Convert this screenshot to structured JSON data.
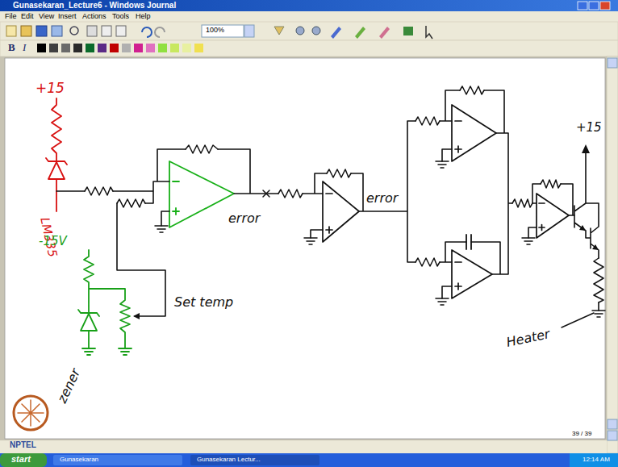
{
  "diagram": {
    "labels": [
      "Gunasekaran_Lecture6 - Windows Journal",
      "File",
      "Edit",
      "View",
      "Insert",
      "Actions",
      "Tools",
      "Help",
      "100%",
      "B",
      "I",
      "+15",
      "LM335",
      "-15V",
      "zener",
      "Set temp",
      "error",
      "error",
      "+15",
      "Heater",
      "39 / 39",
      "NPTEL",
      "start",
      "Gunasekaran",
      "Gunasekaran Lectur...",
      "12:14 AM"
    ]
  }
}
